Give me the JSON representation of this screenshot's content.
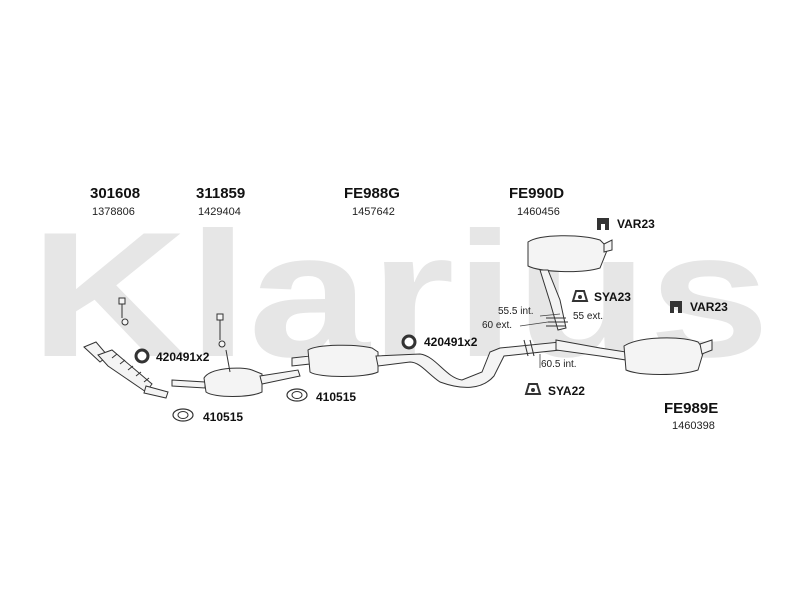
{
  "watermark": "Klarius",
  "parts": [
    {
      "code": "301608",
      "ref": "1378806"
    },
    {
      "code": "311859",
      "ref": "1429404"
    },
    {
      "code": "FE988G",
      "ref": "1457642"
    },
    {
      "code": "FE990D",
      "ref": "1460456"
    },
    {
      "code": "FE989E",
      "ref": "1460398"
    }
  ],
  "fittings": {
    "var23_top": "VAR23",
    "sya23": "SYA23",
    "var23_right": "VAR23",
    "clamp_left": "420491x2",
    "clamp_mid": "420491x2",
    "gasket_bottom": "410515",
    "gasket_mid": "410515",
    "sya22": "SYA22"
  },
  "dimensions": {
    "d1": "55.5 int.",
    "d2": "60 ext.",
    "d3": "55 ext.",
    "d4": "60.5 int."
  }
}
